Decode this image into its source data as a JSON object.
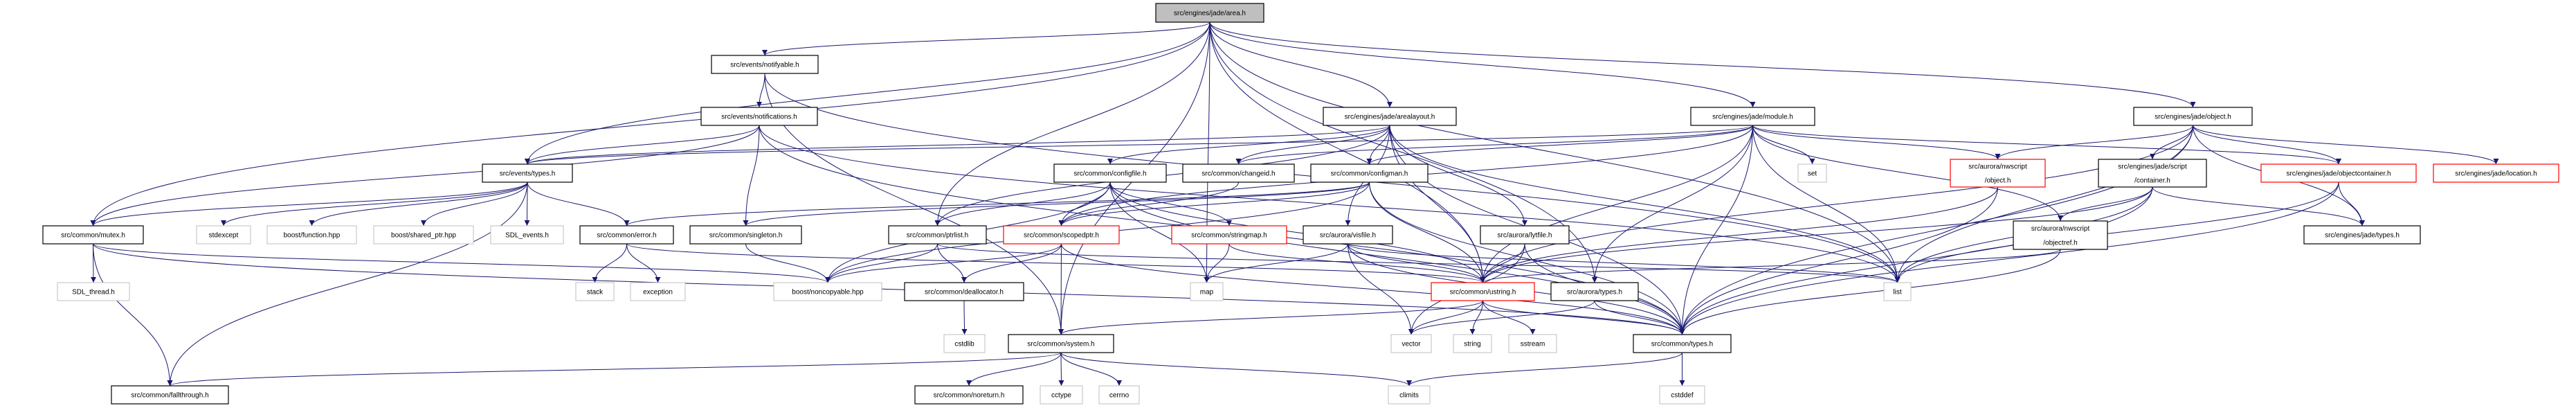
{
  "title": "src/engines/jade/area.h",
  "colors": {
    "edge": "#191970",
    "root_fill": "#bfbfbf",
    "normal_border": "#000000",
    "system_border": "#bfbfbf",
    "truncated_border": "#ff0000"
  },
  "nodes": {
    "area": {
      "label": "src/engines/jade/area.h",
      "kind": "root"
    },
    "notifyable": {
      "label": "src/events/notifyable.h",
      "kind": "normal"
    },
    "notifications": {
      "label": "src/events/notifications.h",
      "kind": "normal"
    },
    "types_ev": {
      "label": "src/events/types.h",
      "kind": "normal"
    },
    "mutex": {
      "label": "src/common/mutex.h",
      "kind": "normal"
    },
    "stdexcept": {
      "label": "stdexcept",
      "kind": "system"
    },
    "function": {
      "label": "boost/function.hpp",
      "kind": "system"
    },
    "shared_ptr": {
      "label": "boost/shared_ptr.hpp",
      "kind": "system"
    },
    "sdl_events": {
      "label": "SDL_events.h",
      "kind": "system"
    },
    "error": {
      "label": "src/common/error.h",
      "kind": "normal"
    },
    "singleton": {
      "label": "src/common/singleton.h",
      "kind": "normal"
    },
    "sdl_thread": {
      "label": "SDL_thread.h",
      "kind": "system"
    },
    "stack": {
      "label": "stack",
      "kind": "system"
    },
    "exception": {
      "label": "exception",
      "kind": "system"
    },
    "noncopyable": {
      "label": "boost/noncopyable.hpp",
      "kind": "system"
    },
    "fallthrough": {
      "label": "src/common/fallthrough.h",
      "kind": "normal"
    },
    "arealayout": {
      "label": "src/engines/jade/arealayout.h",
      "kind": "normal"
    },
    "module": {
      "label": "src/engines/jade/module.h",
      "kind": "normal"
    },
    "object": {
      "label": "src/engines/jade/object.h",
      "kind": "normal"
    },
    "configfile": {
      "label": "src/common/configfile.h",
      "kind": "normal"
    },
    "changeid": {
      "label": "src/common/changeid.h",
      "kind": "normal"
    },
    "configman": {
      "label": "src/common/configman.h",
      "kind": "normal"
    },
    "ptrlist": {
      "label": "src/common/ptrlist.h",
      "kind": "normal"
    },
    "scopedptr": {
      "label": "src/common/scopedptr.h",
      "kind": "truncated"
    },
    "stringmap": {
      "label": "src/common/stringmap.h",
      "kind": "truncated"
    },
    "visfile": {
      "label": "src/aurora/visfile.h",
      "kind": "normal"
    },
    "lytfile": {
      "label": "src/aurora/lytfile.h",
      "kind": "normal"
    },
    "deallocator": {
      "label": "src/common/deallocator.h",
      "kind": "normal"
    },
    "map": {
      "label": "map",
      "kind": "system"
    },
    "ustring": {
      "label": "src/common/ustring.h",
      "kind": "truncated"
    },
    "aurora_types": {
      "label": "src/aurora/types.h",
      "kind": "normal"
    },
    "cstdlib": {
      "label": "cstdlib",
      "kind": "system"
    },
    "system": {
      "label": "src/common/system.h",
      "kind": "normal"
    },
    "vector": {
      "label": "vector",
      "kind": "system"
    },
    "string": {
      "label": "string",
      "kind": "system"
    },
    "sstream": {
      "label": "sstream",
      "kind": "system"
    },
    "common_types": {
      "label": "src/common/types.h",
      "kind": "normal"
    },
    "noreturn": {
      "label": "src/common/noreturn.h",
      "kind": "normal"
    },
    "cctype": {
      "label": "cctype",
      "kind": "system"
    },
    "cerrno": {
      "label": "cerrno",
      "kind": "system"
    },
    "climits": {
      "label": "climits",
      "kind": "system"
    },
    "cstddef": {
      "label": "cstddef",
      "kind": "system"
    },
    "set": {
      "label": "set",
      "kind": "system"
    },
    "nwobject": {
      "label": "src/aurora/nwscript/object.h",
      "lines": [
        "src/aurora/nwscript",
        "/object.h"
      ],
      "kind": "truncated"
    },
    "container": {
      "label": "src/engines/jade/script/container.h",
      "lines": [
        "src/engines/jade/script",
        "/container.h"
      ],
      "kind": "normal"
    },
    "objectcontainer": {
      "label": "src/engines/jade/objectcontainer.h",
      "kind": "truncated"
    },
    "location": {
      "label": "src/engines/jade/location.h",
      "kind": "truncated"
    },
    "objectref": {
      "label": "src/aurora/nwscript/objectref.h",
      "lines": [
        "src/aurora/nwscript",
        "/objectref.h"
      ],
      "kind": "normal"
    },
    "jade_types": {
      "label": "src/engines/jade/types.h",
      "kind": "normal"
    },
    "list": {
      "label": "list",
      "kind": "system"
    }
  },
  "edges": [
    [
      "area",
      "notifyable"
    ],
    [
      "area",
      "types_ev"
    ],
    [
      "area",
      "mutex"
    ],
    [
      "area",
      "system"
    ],
    [
      "area",
      "ptrlist"
    ],
    [
      "area",
      "map"
    ],
    [
      "area",
      "arealayout"
    ],
    [
      "area",
      "module"
    ],
    [
      "area",
      "object"
    ],
    [
      "area",
      "aurora_types"
    ],
    [
      "area",
      "list"
    ],
    [
      "area",
      "ustring"
    ],
    [
      "notifyable",
      "notifications"
    ],
    [
      "notifyable",
      "system"
    ],
    [
      "notifyable",
      "list"
    ],
    [
      "notifications",
      "types_ev"
    ],
    [
      "notifications",
      "mutex"
    ],
    [
      "notifications",
      "singleton"
    ],
    [
      "notifications",
      "list"
    ],
    [
      "notifications",
      "common_types"
    ],
    [
      "types_ev",
      "mutex"
    ],
    [
      "types_ev",
      "stdexcept"
    ],
    [
      "types_ev",
      "function"
    ],
    [
      "types_ev",
      "shared_ptr"
    ],
    [
      "types_ev",
      "sdl_events"
    ],
    [
      "types_ev",
      "error"
    ],
    [
      "types_ev",
      "fallthrough"
    ],
    [
      "mutex",
      "sdl_thread"
    ],
    [
      "mutex",
      "fallthrough"
    ],
    [
      "mutex",
      "noncopyable"
    ],
    [
      "mutex",
      "common_types"
    ],
    [
      "error",
      "stack"
    ],
    [
      "error",
      "exception"
    ],
    [
      "error",
      "ustring"
    ],
    [
      "singleton",
      "noncopyable"
    ],
    [
      "arealayout",
      "configfile"
    ],
    [
      "arealayout",
      "changeid"
    ],
    [
      "arealayout",
      "configman"
    ],
    [
      "arealayout",
      "ptrlist"
    ],
    [
      "arealayout",
      "visfile"
    ],
    [
      "arealayout",
      "lytfile"
    ],
    [
      "arealayout",
      "ustring"
    ],
    [
      "arealayout",
      "common_types"
    ],
    [
      "arealayout",
      "types_ev"
    ],
    [
      "arealayout",
      "list"
    ],
    [
      "module",
      "types_ev"
    ],
    [
      "module",
      "configman"
    ],
    [
      "module",
      "scopedptr"
    ],
    [
      "module",
      "nwobject"
    ],
    [
      "module",
      "objectref"
    ],
    [
      "module",
      "set"
    ],
    [
      "module",
      "list"
    ],
    [
      "module",
      "ustring"
    ],
    [
      "module",
      "objectcontainer"
    ],
    [
      "module",
      "changeid"
    ],
    [
      "module",
      "common_types"
    ],
    [
      "module",
      "aurora_types"
    ],
    [
      "object",
      "nwobject"
    ],
    [
      "object",
      "container"
    ],
    [
      "object",
      "location"
    ],
    [
      "object",
      "objectcontainer"
    ],
    [
      "object",
      "jade_types"
    ],
    [
      "object",
      "list"
    ],
    [
      "object",
      "common_types"
    ],
    [
      "object",
      "ustring"
    ],
    [
      "configfile",
      "ptrlist"
    ],
    [
      "configfile",
      "scopedptr"
    ],
    [
      "configfile",
      "stringmap"
    ],
    [
      "configfile",
      "map"
    ],
    [
      "configfile",
      "ustring"
    ],
    [
      "configfile",
      "noncopyable"
    ],
    [
      "configfile",
      "common_types"
    ],
    [
      "changeid",
      "scopedptr"
    ],
    [
      "configman",
      "scopedptr"
    ],
    [
      "configman",
      "error"
    ],
    [
      "configman",
      "singleton"
    ],
    [
      "configman",
      "ustring"
    ],
    [
      "configman",
      "common_types"
    ],
    [
      "configman",
      "noncopyable"
    ],
    [
      "ptrlist",
      "deallocator"
    ],
    [
      "ptrlist",
      "noncopyable"
    ],
    [
      "ptrlist",
      "list"
    ],
    [
      "scopedptr",
      "system"
    ],
    [
      "scopedptr",
      "deallocator"
    ],
    [
      "scopedptr",
      "noncopyable"
    ],
    [
      "scopedptr",
      "common_types"
    ],
    [
      "stringmap",
      "map"
    ],
    [
      "stringmap",
      "ustring"
    ],
    [
      "visfile",
      "map"
    ],
    [
      "visfile",
      "ustring"
    ],
    [
      "visfile",
      "vector"
    ],
    [
      "visfile",
      "common_types"
    ],
    [
      "visfile",
      "list"
    ],
    [
      "lytfile",
      "vector"
    ],
    [
      "lytfile",
      "ustring"
    ],
    [
      "lytfile",
      "common_types"
    ],
    [
      "deallocator",
      "cstdlib"
    ],
    [
      "ustring",
      "system"
    ],
    [
      "ustring",
      "vector"
    ],
    [
      "ustring",
      "string"
    ],
    [
      "ustring",
      "sstream"
    ],
    [
      "ustring",
      "common_types"
    ],
    [
      "aurora_types",
      "vector"
    ],
    [
      "aurora_types",
      "common_types"
    ],
    [
      "system",
      "noreturn"
    ],
    [
      "system",
      "cctype"
    ],
    [
      "system",
      "cerrno"
    ],
    [
      "system",
      "climits"
    ],
    [
      "system",
      "fallthrough"
    ],
    [
      "common_types",
      "climits"
    ],
    [
      "common_types",
      "cstddef"
    ],
    [
      "nwobject",
      "ustring"
    ],
    [
      "nwobject",
      "common_types"
    ],
    [
      "container",
      "objectref"
    ],
    [
      "container",
      "jade_types"
    ],
    [
      "container",
      "list"
    ],
    [
      "container",
      "ustring"
    ],
    [
      "container",
      "common_types"
    ],
    [
      "objectref",
      "ustring"
    ],
    [
      "objectref",
      "common_types"
    ],
    [
      "objectcontainer",
      "jade_types"
    ],
    [
      "objectcontainer",
      "list"
    ],
    [
      "objectcontainer",
      "common_types"
    ]
  ]
}
